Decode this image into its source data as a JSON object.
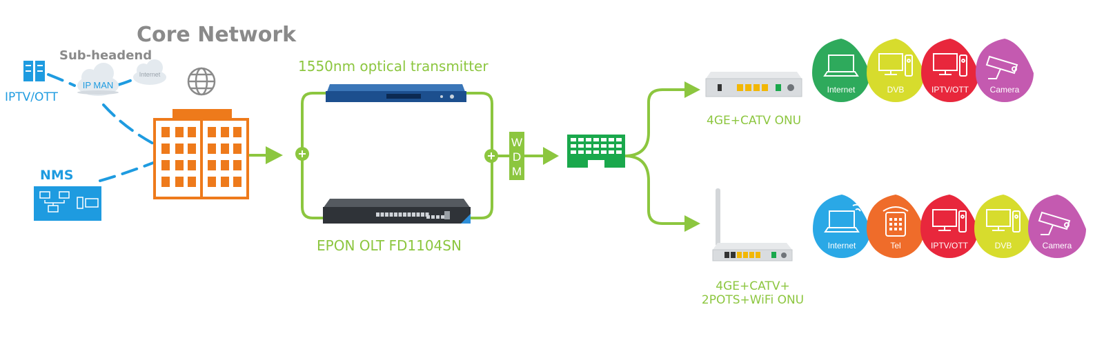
{
  "core_network": {
    "title": "Core Network"
  },
  "subheadend": {
    "title": "Sub-headend",
    "ip_man": "IP MAN",
    "internet": "Internet"
  },
  "iptv_ott": {
    "label": "IPTV/OTT"
  },
  "nms": {
    "label": "NMS"
  },
  "transmitter": {
    "label": "1550nm optical transmitter"
  },
  "olt": {
    "label": "EPON OLT FD1104SN"
  },
  "wdm": {
    "letters": [
      "W",
      "D",
      "M"
    ]
  },
  "onu_catv": {
    "label": "4GE+CATV ONU",
    "services": [
      {
        "label": "Internet",
        "icon": "laptop-icon",
        "color": "#2eaa5c"
      },
      {
        "label": "DVB",
        "icon": "tv-icon",
        "color": "#d7dc2d"
      },
      {
        "label": "IPTV/OTT",
        "icon": "computer-icon",
        "color": "#e8273c"
      },
      {
        "label": "Camera",
        "icon": "camera-icon",
        "color": "#c45ab0"
      }
    ]
  },
  "onu_wifi": {
    "label_line1": "4GE+CATV+",
    "label_line2": "2POTS+WiFi ONU",
    "services": [
      {
        "label": "Internet",
        "icon": "wifi-icon",
        "color": "#2aa8e6"
      },
      {
        "label": "Tel",
        "icon": "phone-icon",
        "color": "#ef6c2a"
      },
      {
        "label": "IPTV/OTT",
        "icon": "computer-icon",
        "color": "#e8273c"
      },
      {
        "label": "DVB",
        "icon": "tv-icon",
        "color": "#d7dc2d"
      },
      {
        "label": "Camera",
        "icon": "camera-icon",
        "color": "#c45ab0"
      }
    ]
  }
}
